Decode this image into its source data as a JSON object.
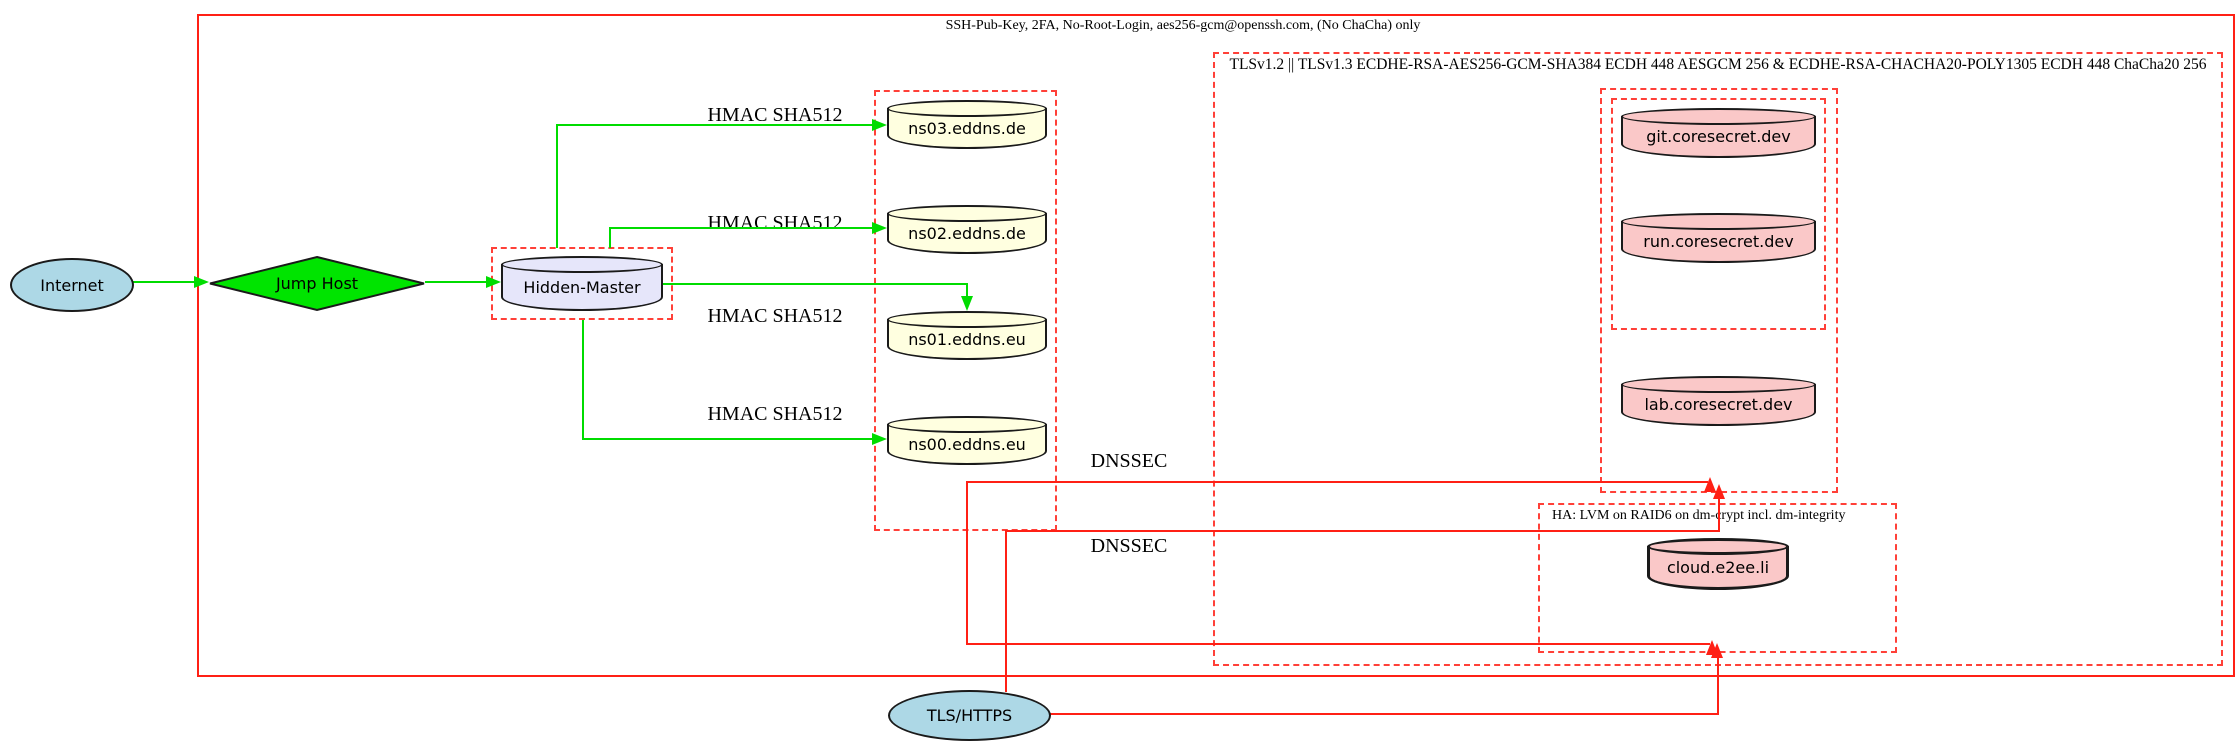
{
  "diagram": {
    "outer_box_label": "SSH-Pub-Key, 2FA, No-Root-Login, aes256-gcm@openssh.com, (No ChaCha) only",
    "clusters": {
      "tls": {
        "label": "TLSv1.2 || TLSv1.3 ECDHE-RSA-AES256-GCM-SHA384 ECDH 448 AESGCM 256 & ECDHE-RSA-CHACHA20-POLY1305 ECDH 448 ChaCha20 256"
      },
      "ha": {
        "label": "HA: LVM on RAID6 on dm-crypt incl. dm-integrity"
      }
    },
    "nodes": {
      "internet": {
        "label": "Internet",
        "shape": "ellipse",
        "fill": "#add8e6"
      },
      "jump_host": {
        "label": "Jump Host",
        "shape": "diamond",
        "fill": "#00e400"
      },
      "hidden_master": {
        "label": "Hidden-Master",
        "shape": "cylinder",
        "fill": "#e6e6fa"
      },
      "ns03": {
        "label": "ns03.eddns.de",
        "shape": "cylinder",
        "fill": "#ffffe0"
      },
      "ns02": {
        "label": "ns02.eddns.de",
        "shape": "cylinder",
        "fill": "#ffffe0"
      },
      "ns01": {
        "label": "ns01.eddns.eu",
        "shape": "cylinder",
        "fill": "#ffffe0"
      },
      "ns00": {
        "label": "ns00.eddns.eu",
        "shape": "cylinder",
        "fill": "#ffffe0"
      },
      "git": {
        "label": "git.coresecret.dev",
        "shape": "cylinder",
        "fill": "#fac8c8"
      },
      "run": {
        "label": "run.coresecret.dev",
        "shape": "cylinder",
        "fill": "#fac8c8"
      },
      "lab": {
        "label": "lab.coresecret.dev",
        "shape": "cylinder",
        "fill": "#fac8c8"
      },
      "cloud": {
        "label": "cloud.e2ee.li",
        "shape": "cylinder",
        "fill": "#fac8c8"
      },
      "tls_https": {
        "label": "TLS/HTTPS",
        "shape": "ellipse",
        "fill": "#add8e6"
      }
    },
    "edge_labels": {
      "hmac": "HMAC SHA512",
      "dnssec": "DNSSEC"
    },
    "colors": {
      "edge_red": "#ff2015",
      "box_red": "#ff4038",
      "edge_green": "#00dc00",
      "fill_blue": "#add8e6",
      "fill_green": "#00e400",
      "fill_lavender": "#e6e6fa",
      "fill_yellow": "#ffffe0",
      "fill_pink": "#fac8c8"
    }
  }
}
